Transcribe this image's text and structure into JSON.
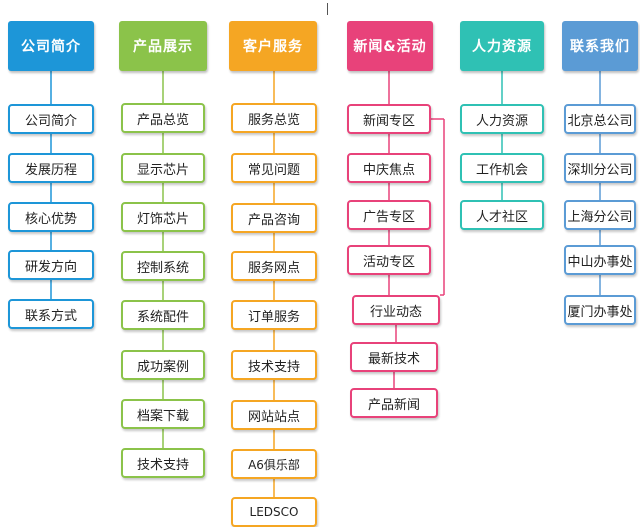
{
  "columns": [
    {
      "header": "公司简介",
      "color": "#1d96d8",
      "items": [
        "公司简介",
        "发展历程",
        "核心优势",
        "研发方向",
        "联系方式"
      ]
    },
    {
      "header": "产品展示",
      "color": "#8bc34a",
      "items": [
        "产品总览",
        "显示芯片",
        "灯饰芯片",
        "控制系统",
        "系统配件",
        "成功案例",
        "档案下载",
        "技术支持"
      ]
    },
    {
      "header": "客户服务",
      "color": "#f5a623",
      "items": [
        "服务总览",
        "常见问题",
        "产品咨询",
        "服务网点",
        "订单服务",
        "技术支持",
        "网站站点",
        "A6俱乐部",
        "LEDSCO"
      ]
    },
    {
      "header": "新闻&活动",
      "color": "#e8427a",
      "items": [
        "新闻专区",
        "中庆焦点",
        "广告专区",
        "活动专区",
        "行业动态",
        "最新技术",
        "产品新闻"
      ]
    },
    {
      "header": "人力资源",
      "color": "#2fc1b4",
      "items": [
        "人力资源",
        "工作机会",
        "人才社区"
      ]
    },
    {
      "header": "联系我们",
      "color": "#5b9bd5",
      "items": [
        "北京总公司",
        "深圳分公司",
        "上海分公司",
        "中山办事处",
        "厦门办事处"
      ]
    }
  ]
}
